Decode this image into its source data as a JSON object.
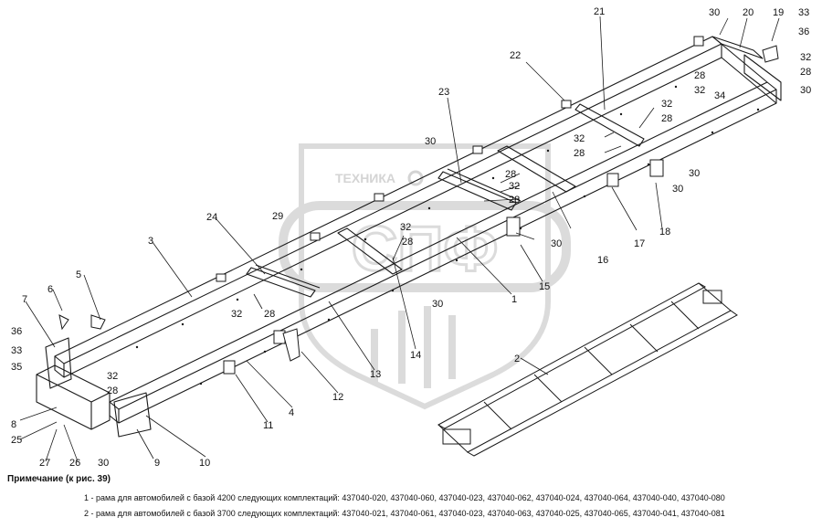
{
  "watermark": {
    "text": "ТЕХНИКА",
    "logo_letters": "СПФ"
  },
  "callouts": [
    {
      "id": "c21",
      "text": "21"
    },
    {
      "id": "c30a",
      "text": "30"
    },
    {
      "id": "c20",
      "text": "20"
    },
    {
      "id": "c19",
      "text": "19"
    },
    {
      "id": "c33a",
      "text": "33"
    },
    {
      "id": "c36a",
      "text": "36"
    },
    {
      "id": "c32a",
      "text": "32"
    },
    {
      "id": "c28a",
      "text": "28"
    },
    {
      "id": "c30b",
      "text": "30"
    },
    {
      "id": "c28b",
      "text": "28"
    },
    {
      "id": "c32b",
      "text": "32"
    },
    {
      "id": "c34",
      "text": "34"
    },
    {
      "id": "c22",
      "text": "22"
    },
    {
      "id": "c32c",
      "text": "32"
    },
    {
      "id": "c28c",
      "text": "28"
    },
    {
      "id": "c32d",
      "text": "32"
    },
    {
      "id": "c28d",
      "text": "28"
    },
    {
      "id": "c23",
      "text": "23"
    },
    {
      "id": "c30c",
      "text": "30"
    },
    {
      "id": "c28e",
      "text": "28"
    },
    {
      "id": "c32e",
      "text": "32"
    },
    {
      "id": "c28f",
      "text": "28"
    },
    {
      "id": "c30d",
      "text": "30"
    },
    {
      "id": "c30e",
      "text": "30"
    },
    {
      "id": "c24",
      "text": "24"
    },
    {
      "id": "c29",
      "text": "29"
    },
    {
      "id": "c32f",
      "text": "32"
    },
    {
      "id": "c28g",
      "text": "28"
    },
    {
      "id": "c30f",
      "text": "30"
    },
    {
      "id": "c17",
      "text": "17"
    },
    {
      "id": "c18",
      "text": "18"
    },
    {
      "id": "c16",
      "text": "16"
    },
    {
      "id": "c15",
      "text": "15"
    },
    {
      "id": "c3",
      "text": "3"
    },
    {
      "id": "c1",
      "text": "1"
    },
    {
      "id": "c30g",
      "text": "30"
    },
    {
      "id": "c5",
      "text": "5"
    },
    {
      "id": "c6",
      "text": "6"
    },
    {
      "id": "c7",
      "text": "7"
    },
    {
      "id": "c32g",
      "text": "32"
    },
    {
      "id": "c28h",
      "text": "28"
    },
    {
      "id": "c36b",
      "text": "36"
    },
    {
      "id": "c33b",
      "text": "33"
    },
    {
      "id": "c35",
      "text": "35"
    },
    {
      "id": "c14",
      "text": "14"
    },
    {
      "id": "c13",
      "text": "13"
    },
    {
      "id": "c12",
      "text": "12"
    },
    {
      "id": "c4",
      "text": "4"
    },
    {
      "id": "c11",
      "text": "11"
    },
    {
      "id": "c32h",
      "text": "32"
    },
    {
      "id": "c28i",
      "text": "28"
    },
    {
      "id": "c8",
      "text": "8"
    },
    {
      "id": "c25",
      "text": "25"
    },
    {
      "id": "c27",
      "text": "27"
    },
    {
      "id": "c26",
      "text": "26"
    },
    {
      "id": "c30h",
      "text": "30"
    },
    {
      "id": "c9",
      "text": "9"
    },
    {
      "id": "c10",
      "text": "10"
    },
    {
      "id": "c2",
      "text": "2"
    }
  ],
  "notes": {
    "title": "Примечание (к рис. 39)",
    "line1": "1 - рама для автомобилей с базой 4200 следующих комплектаций: 437040-020, 437040-060, 437040-023, 437040-062, 437040-024, 437040-064, 437040-040, 437040-080",
    "line2": "2 - рама для автомобилей с базой 3700 следующих комплектаций: 437040-021, 437040-061, 437040-023, 437040-063, 437040-025, 437040-065, 437040-041, 437040-081"
  },
  "colors": {
    "line": "#1a1a1a",
    "watermark": "#d8d8d8",
    "background": "#ffffff"
  }
}
